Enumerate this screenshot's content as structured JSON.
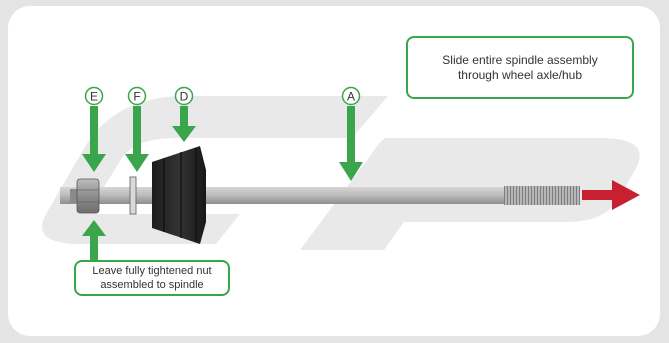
{
  "callouts": {
    "slide": {
      "line1": "Slide entire spindle assembly",
      "line2": "through wheel axle/hub"
    },
    "nut": {
      "line1": "Leave fully tightened nut",
      "line2": "assembled to spindle"
    }
  },
  "part_labels": {
    "e": "E",
    "f": "F",
    "d": "D",
    "a": "A"
  },
  "colors": {
    "background": "#e4e4e4",
    "panel": "#ffffff",
    "watermark": "#e9e9e9",
    "accent_green": "#3aa54a",
    "direction_arrow": "#c7202f",
    "rod": "#b4b4b4",
    "roller": "#262626",
    "nut": "#9a9a9a"
  }
}
